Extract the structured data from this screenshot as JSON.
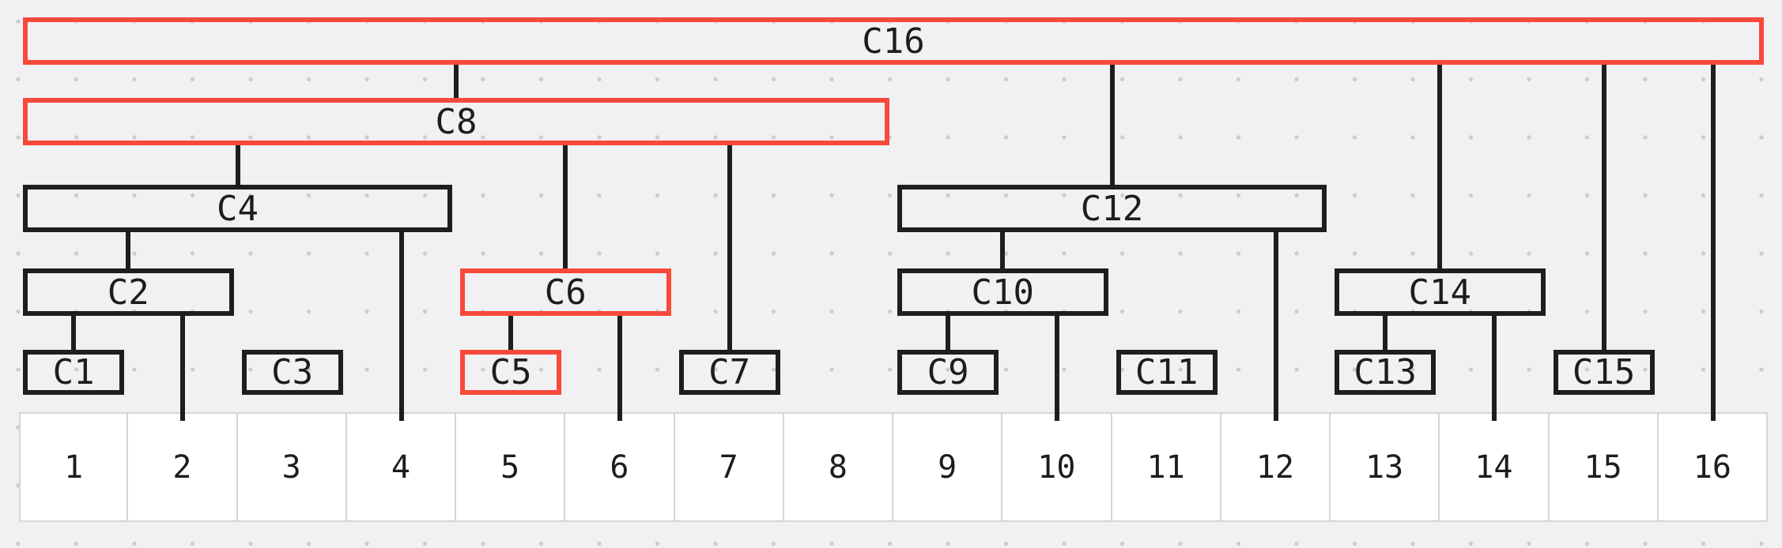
{
  "diagram": {
    "type": "fenwick-tree",
    "description": "Binary indexed tree nodes C1-C16 over array cells 1-16",
    "palette": {
      "background": "#f1f1f3",
      "dot": "#cbcbd0",
      "node_border": "#1e1e1e",
      "highlight_border": "#f8493a",
      "edge": "#1e1e1e",
      "cell_fill": "#ffffff",
      "cell_border": "#d6d6d9",
      "text": "#1d1d1d"
    },
    "nodes": [
      {
        "id": "C16",
        "label": "C16",
        "cells": [
          1,
          16
        ],
        "level": 1,
        "highlighted": true
      },
      {
        "id": "C8",
        "label": "C8",
        "cells": [
          1,
          8
        ],
        "level": 2,
        "highlighted": true
      },
      {
        "id": "C4",
        "label": "C4",
        "cells": [
          1,
          4
        ],
        "level": 3,
        "highlighted": false
      },
      {
        "id": "C12",
        "label": "C12",
        "cells": [
          9,
          12
        ],
        "level": 3,
        "highlighted": false
      },
      {
        "id": "C2",
        "label": "C2",
        "cells": [
          1,
          2
        ],
        "level": 4,
        "highlighted": false
      },
      {
        "id": "C6",
        "label": "C6",
        "cells": [
          5,
          6
        ],
        "level": 4,
        "highlighted": true
      },
      {
        "id": "C10",
        "label": "C10",
        "cells": [
          9,
          10
        ],
        "level": 4,
        "highlighted": false
      },
      {
        "id": "C14",
        "label": "C14",
        "cells": [
          13,
          14
        ],
        "level": 4,
        "highlighted": false
      },
      {
        "id": "C1",
        "label": "C1",
        "cells": [
          1,
          1
        ],
        "level": 5,
        "highlighted": false
      },
      {
        "id": "C3",
        "label": "C3",
        "cells": [
          3,
          3
        ],
        "level": 5,
        "highlighted": false
      },
      {
        "id": "C5",
        "label": "C5",
        "cells": [
          5,
          5
        ],
        "level": 5,
        "highlighted": true
      },
      {
        "id": "C7",
        "label": "C7",
        "cells": [
          7,
          7
        ],
        "level": 5,
        "highlighted": false
      },
      {
        "id": "C9",
        "label": "C9",
        "cells": [
          9,
          9
        ],
        "level": 5,
        "highlighted": false
      },
      {
        "id": "C11",
        "label": "C11",
        "cells": [
          11,
          11
        ],
        "level": 5,
        "highlighted": false
      },
      {
        "id": "C13",
        "label": "C13",
        "cells": [
          13,
          13
        ],
        "level": 5,
        "highlighted": false
      },
      {
        "id": "C15",
        "label": "C15",
        "cells": [
          15,
          15
        ],
        "level": 5,
        "highlighted": false
      }
    ],
    "edges": [
      {
        "from": "C16",
        "to": "C8"
      },
      {
        "from": "C16",
        "to": "C12"
      },
      {
        "from": "C16",
        "to": "C14"
      },
      {
        "from": "C16",
        "to": "C15"
      },
      {
        "from": "C16",
        "to": "leaf16"
      },
      {
        "from": "C8",
        "to": "C4"
      },
      {
        "from": "C8",
        "to": "C6"
      },
      {
        "from": "C8",
        "to": "C7"
      },
      {
        "from": "C4",
        "to": "C2"
      },
      {
        "from": "C4",
        "to": "leaf4"
      },
      {
        "from": "C2",
        "to": "C1"
      },
      {
        "from": "C2",
        "to": "leaf2"
      },
      {
        "from": "C6",
        "to": "C5"
      },
      {
        "from": "C6",
        "to": "leaf6"
      },
      {
        "from": "C12",
        "to": "C10"
      },
      {
        "from": "C12",
        "to": "leaf12"
      },
      {
        "from": "C10",
        "to": "C9"
      },
      {
        "from": "C10",
        "to": "leaf10"
      },
      {
        "from": "C14",
        "to": "C13"
      },
      {
        "from": "C14",
        "to": "leaf14"
      }
    ],
    "base_cells": [
      "1",
      "2",
      "3",
      "4",
      "5",
      "6",
      "7",
      "8",
      "9",
      "10",
      "11",
      "12",
      "13",
      "14",
      "15",
      "16"
    ]
  }
}
